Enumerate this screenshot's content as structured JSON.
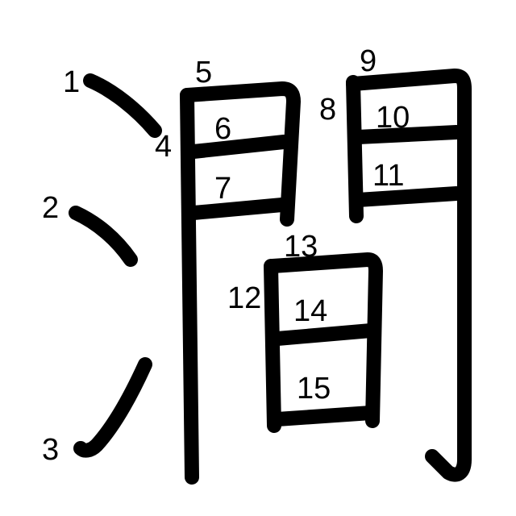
{
  "diagram": {
    "type": "kanji-stroke-order",
    "stroke_color": "#000000",
    "background": "#ffffff",
    "stroke_numbers": [
      "1",
      "2",
      "3",
      "4",
      "5",
      "6",
      "7",
      "8",
      "9",
      "10",
      "11",
      "12",
      "13",
      "14",
      "15"
    ]
  }
}
